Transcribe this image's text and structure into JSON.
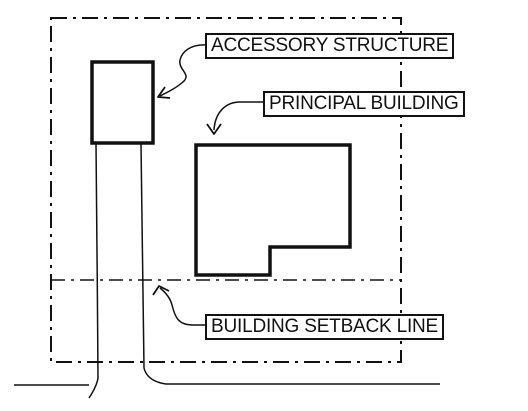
{
  "labels": {
    "accessory_structure": "ACCESSORY STRUCTURE",
    "principal_building": "PRINCIPAL BUILDING",
    "building_setback_line": "BUILDING SETBACK LINE"
  },
  "colors": {
    "ink": "#111111",
    "background": "#ffffff"
  }
}
